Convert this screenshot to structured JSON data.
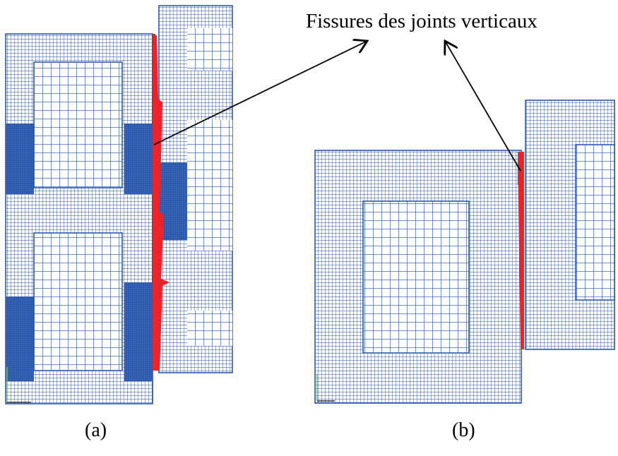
{
  "annotation": "Fissures des joints verticaux",
  "panels": [
    {
      "label": "(a)"
    },
    {
      "label": "(b)"
    }
  ],
  "colors": {
    "mesh": "#1f4fb0",
    "mesh_dense": "#2a56ab",
    "crack": "#e8232a",
    "arrow": "#000000",
    "background": "#ffffff"
  }
}
